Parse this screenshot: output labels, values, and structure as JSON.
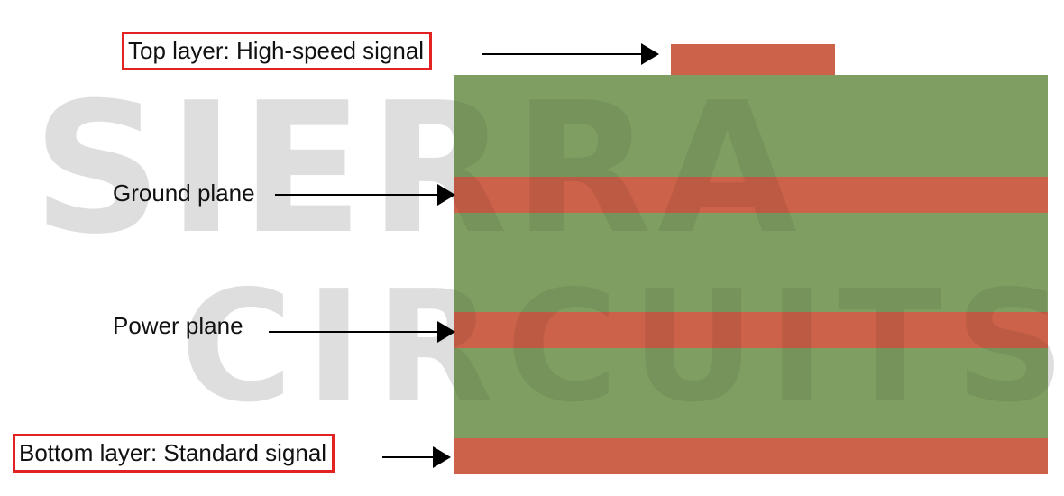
{
  "watermark": {
    "line1": "SIERRA",
    "line2": "CIRCUITS"
  },
  "labels": {
    "top": "Top layer: High-speed signal",
    "ground": "Ground plane",
    "power": "Power plane",
    "bottom": "Bottom layer: Standard signal"
  },
  "colors": {
    "board": "#7f9f62",
    "copper": "#cc6249",
    "highlight_box": "#e32222",
    "arrow": "#000000"
  }
}
